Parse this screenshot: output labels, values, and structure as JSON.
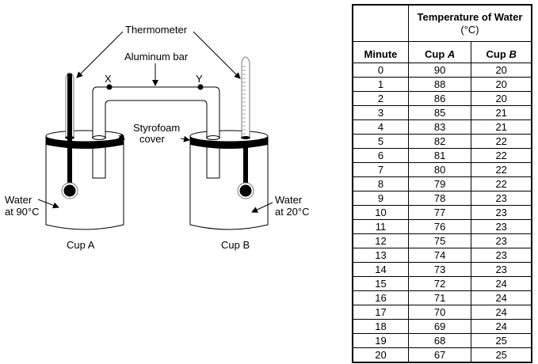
{
  "diagram": {
    "labels": {
      "thermometer": "Thermometer",
      "aluminum_bar": "Aluminum bar",
      "point_x": "X",
      "point_y": "Y",
      "styrofoam_line1": "Styrofoam",
      "styrofoam_line2": "cover",
      "water_a_line1": "Water",
      "water_a_line2": "at 90°C",
      "water_b_line1": "Water",
      "water_b_line2": "at 20°C",
      "cup_a": "Cup A",
      "cup_b": "Cup B"
    }
  },
  "table": {
    "group_header": "Temperature of Water",
    "group_unit": "(°C)",
    "col_minute": "Minute",
    "col_cup_a_prefix": "Cup ",
    "col_cup_a_letter": "A",
    "col_cup_b_prefix": "Cup ",
    "col_cup_b_letter": "B",
    "rows": [
      {
        "minute": "0",
        "cup_a": "90",
        "cup_b": "20"
      },
      {
        "minute": "1",
        "cup_a": "88",
        "cup_b": "20"
      },
      {
        "minute": "2",
        "cup_a": "86",
        "cup_b": "20"
      },
      {
        "minute": "3",
        "cup_a": "85",
        "cup_b": "21"
      },
      {
        "minute": "4",
        "cup_a": "83",
        "cup_b": "21"
      },
      {
        "minute": "5",
        "cup_a": "82",
        "cup_b": "22"
      },
      {
        "minute": "6",
        "cup_a": "81",
        "cup_b": "22"
      },
      {
        "minute": "7",
        "cup_a": "80",
        "cup_b": "22"
      },
      {
        "minute": "8",
        "cup_a": "79",
        "cup_b": "22"
      },
      {
        "minute": "9",
        "cup_a": "78",
        "cup_b": "23"
      },
      {
        "minute": "10",
        "cup_a": "77",
        "cup_b": "23"
      },
      {
        "minute": "11",
        "cup_a": "76",
        "cup_b": "23"
      },
      {
        "minute": "12",
        "cup_a": "75",
        "cup_b": "23"
      },
      {
        "minute": "13",
        "cup_a": "74",
        "cup_b": "23"
      },
      {
        "minute": "14",
        "cup_a": "73",
        "cup_b": "23"
      },
      {
        "minute": "15",
        "cup_a": "72",
        "cup_b": "24"
      },
      {
        "minute": "16",
        "cup_a": "71",
        "cup_b": "24"
      },
      {
        "minute": "17",
        "cup_a": "70",
        "cup_b": "24"
      },
      {
        "minute": "18",
        "cup_a": "69",
        "cup_b": "24"
      },
      {
        "minute": "19",
        "cup_a": "68",
        "cup_b": "25"
      },
      {
        "minute": "20",
        "cup_a": "67",
        "cup_b": "25"
      }
    ]
  }
}
